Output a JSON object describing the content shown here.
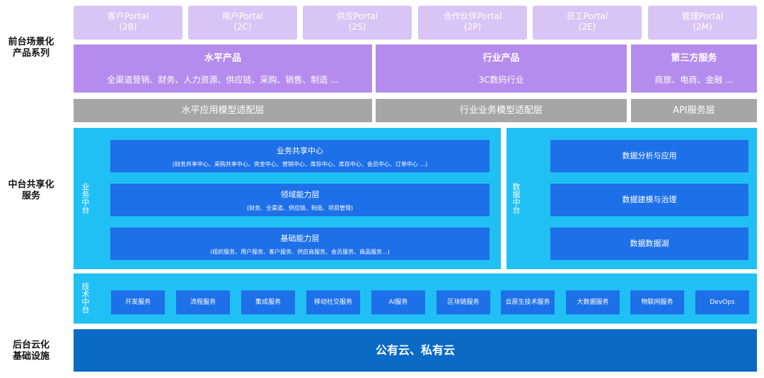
{
  "side_labels": {
    "front_l1": "前台场景化",
    "front_l2": "产品系列",
    "middle_l1": "中台共享化",
    "middle_l2": "服务",
    "back_l1": "后台云化",
    "back_l2": "基础设施"
  },
  "portals": [
    {
      "name": "客户Portal",
      "code": "(2B)"
    },
    {
      "name": "用户Portal",
      "code": "(2C)"
    },
    {
      "name": "供应Portal",
      "code": "(2S)"
    },
    {
      "name": "合作伙伴Portal",
      "code": "(2P)"
    },
    {
      "name": "员工Portal",
      "code": "(2E)"
    },
    {
      "name": "管理Portal",
      "code": "(2M)"
    }
  ],
  "products": {
    "horizontal": {
      "title": "水平产品",
      "subtitle": "全渠道营销、财务、人力资源、供应链、采购、销售、制造 ..."
    },
    "industry": {
      "title": "行业产品",
      "subtitle": "3C数码行业"
    },
    "third_party": {
      "title": "第三方服务",
      "subtitle": "商旅、电商、金融 ..."
    }
  },
  "adapters": {
    "horizontal": "水平应用模型适配层",
    "industry": "行业业务模型适配层",
    "api": "API服务层"
  },
  "business_center": {
    "label": [
      "业",
      "务",
      "中",
      "台"
    ],
    "shared": {
      "title": "业务共享中心",
      "subtitle": "(财务共享中心、采购共享中心、资金中心、营销中心、库存中心、库存中心、会员中心、订单中心 ...)"
    },
    "domain": {
      "title": "领域能力层",
      "subtitle": "(财务、全渠道、供应链、制造、项目管理)"
    },
    "base": {
      "title": "基础能力层",
      "subtitle": "(组织服务、用户服务、客户服务、供应商服务、会员服务、商品服务...)"
    }
  },
  "data_center": {
    "label": [
      "数",
      "据",
      "中",
      "台"
    ],
    "items": [
      "数据分析与应用",
      "数据建模与治理",
      "数据数据湖"
    ]
  },
  "tech_center": {
    "label": [
      "技",
      "术",
      "中",
      "台"
    ],
    "items": [
      "开发服务",
      "流程服务",
      "集成服务",
      "移动社交服务",
      "AI服务",
      "区块链服务",
      "云原生技术服务",
      "大数据服务",
      "物联网服务",
      "DevOps"
    ]
  },
  "cloud": "公有云、私有云"
}
